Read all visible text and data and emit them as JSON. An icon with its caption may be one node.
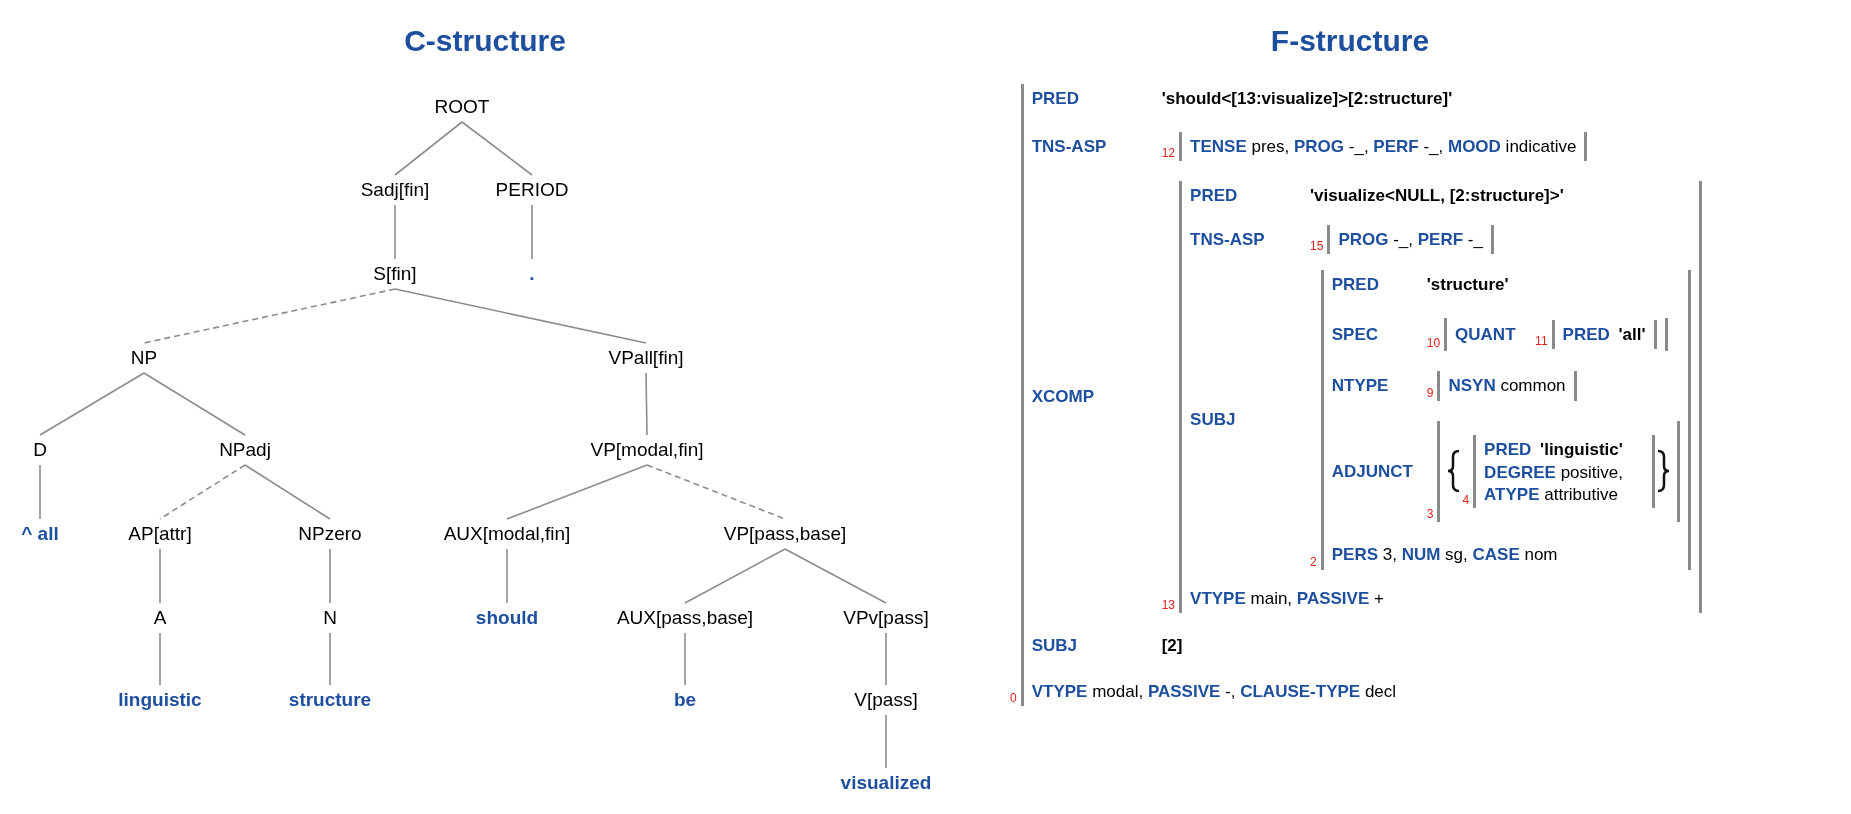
{
  "diagram": {
    "nodes": [
      {
        "text": [
          "ROOT"
        ]
      },
      {
        "text": [
          "Sadj[fin]"
        ]
      },
      {
        "text": [
          "PERIOD"
        ]
      },
      {
        "text": [
          "S[fin]"
        ]
      },
      {
        "text": [
          "."
        ]
      },
      {
        "text": [
          "NP"
        ]
      },
      {
        "text": [
          "VPall[fin]"
        ]
      },
      {
        "text": [
          "D"
        ]
      },
      {
        "text": [
          "NPadj"
        ]
      },
      {
        "text": [
          "VP[modal,fin]"
        ]
      },
      {
        "text": [
          "^ all"
        ]
      },
      {
        "text": [
          "AP[attr]"
        ]
      },
      {
        "text": [
          "NPzero"
        ]
      },
      {
        "text": [
          "AUX[modal,fin]"
        ]
      },
      {
        "text": [
          "VP[pass,base]"
        ]
      },
      {
        "text": [
          "A"
        ]
      },
      {
        "text": [
          "N"
        ]
      },
      {
        "text": [
          "should"
        ]
      },
      {
        "text": [
          "AUX[pass,base]"
        ]
      },
      {
        "text": [
          "VPv[pass]"
        ]
      },
      {
        "text": [
          "linguistic"
        ]
      },
      {
        "text": [
          "structure"
        ]
      },
      {
        "text": [
          "be"
        ]
      },
      {
        "text": [
          "V[pass]"
        ]
      },
      {
        "text": [
          "visualized"
        ]
      },
      {
        "text": [
          "PRED",
          "'should<[13:visualize]>[2:structure]'",
          "TNS-ASP",
          "XCOMP",
          "SUBJ",
          "[2]",
          "**VTYPE** modal, **PASSIVE** -, **CLAUSE-TYPE** decl"
        ],
        "beside": [
          "0"
        ]
      },
      {
        "text": [
          "**TENSE** pres, **PROG** -_, **PERF** -_, **MOOD** indicative"
        ],
        "beside": [
          "12"
        ],
        "in": 25
      },
      {
        "text": [
          "PRED",
          "'visualize<NULL, [2:structure]>'",
          "TNS-ASP",
          "SUBJ",
          "**VTYPE** main, **PASSIVE** +"
        ],
        "beside": [
          "13"
        ],
        "in": 25
      },
      {
        "text": [
          "**PROG** -_, **PERF** -_"
        ],
        "beside": [
          "15"
        ],
        "in": 27
      },
      {
        "text": [
          "PRED",
          "'structure'",
          "SPEC",
          "NTYPE",
          "ADJUNCT",
          "**PERS** 3, **NUM** sg, **CASE** nom"
        ],
        "beside": [
          "2"
        ],
        "in": 27
      },
      {
        "text": [
          "QUANT"
        ],
        "beside": [
          "10"
        ],
        "in": 29
      },
      {
        "text": [
          "PRED",
          "'all'"
        ],
        "beside": [
          "11"
        ],
        "in": 30
      },
      {
        "text": [
          "**NSYN** common"
        ],
        "beside": [
          "9"
        ],
        "in": 29
      },
      {
        "text": [],
        "shape": "box",
        "beside": [
          "3"
        ],
        "in": 29
      },
      {
        "text": [
          "PRED",
          "'linguistic'",
          "**DEGREE** positive, **ATYPE** attributive"
        ],
        "beside": [
          "4"
        ],
        "in": 33
      }
    ],
    "edges": [
      {
        "from": 0,
        "to": 1,
        "arrow": "none"
      },
      {
        "from": 0,
        "to": 2,
        "arrow": "none"
      },
      {
        "from": 1,
        "to": 3,
        "arrow": "none"
      },
      {
        "from": 2,
        "to": 4,
        "arrow": "none"
      },
      {
        "from": 3,
        "to": 5,
        "arrow": "none",
        "style": "dashed"
      },
      {
        "from": 3,
        "to": 6,
        "arrow": "none"
      },
      {
        "from": 5,
        "to": 7,
        "arrow": "none"
      },
      {
        "from": 5,
        "to": 8,
        "arrow": "none"
      },
      {
        "from": 6,
        "to": 9,
        "arrow": "none"
      },
      {
        "from": 7,
        "to": 10,
        "arrow": "none"
      },
      {
        "from": 8,
        "to": 11,
        "arrow": "none",
        "style": "dashed"
      },
      {
        "from": 8,
        "to": 12,
        "arrow": "none"
      },
      {
        "from": 9,
        "to": 13,
        "arrow": "none"
      },
      {
        "from": 9,
        "to": 14,
        "arrow": "none",
        "style": "dashed"
      },
      {
        "from": 11,
        "to": 15,
        "arrow": "none"
      },
      {
        "from": 12,
        "to": 16,
        "arrow": "none"
      },
      {
        "from": 13,
        "to": 17,
        "arrow": "none"
      },
      {
        "from": 14,
        "to": 18,
        "arrow": "none"
      },
      {
        "from": 14,
        "to": 19,
        "arrow": "none"
      },
      {
        "from": 15,
        "to": 20,
        "arrow": "none"
      },
      {
        "from": 16,
        "to": 21,
        "arrow": "none"
      },
      {
        "from": 18,
        "to": 22,
        "arrow": "none"
      },
      {
        "from": 19,
        "to": 23,
        "arrow": "none"
      },
      {
        "from": 23,
        "to": 24,
        "arrow": "none"
      }
    ],
    "labels": [
      "C-structure",
      "F-structure"
    ]
  }
}
